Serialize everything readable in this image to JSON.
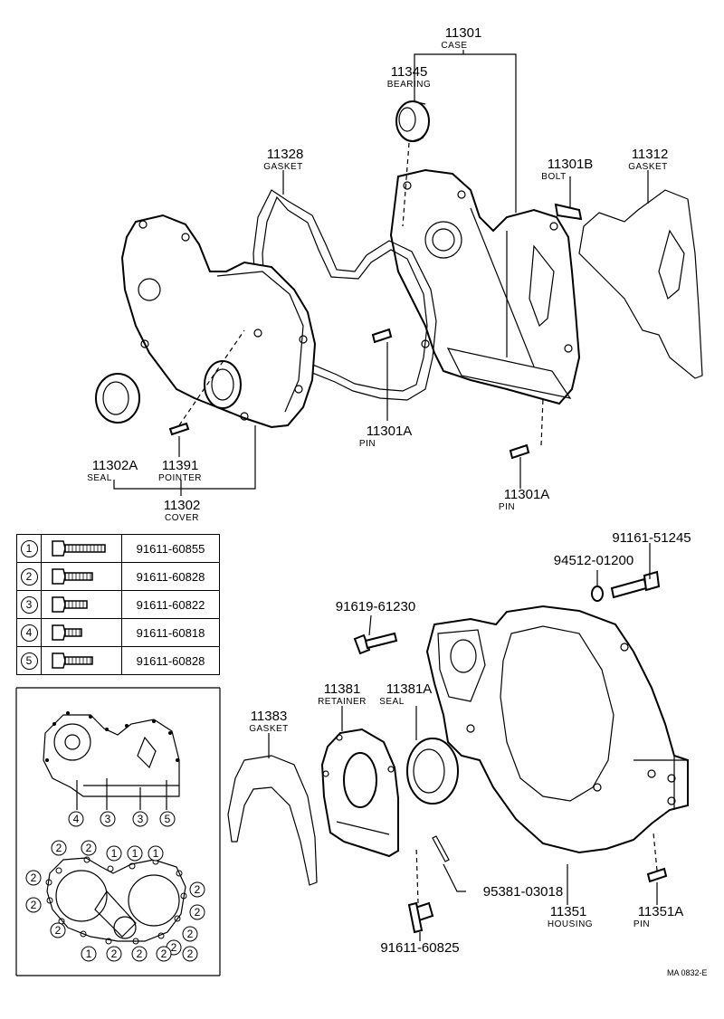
{
  "labels": {
    "case": {
      "num": "11301",
      "name": "CASE"
    },
    "bearing": {
      "num": "11345",
      "name": "BEARING"
    },
    "gasket_11328": {
      "num": "11328",
      "name": "GASKET"
    },
    "bolt_11301b": {
      "num": "11301B",
      "name": "BOLT"
    },
    "gasket_11312": {
      "num": "11312",
      "name": "GASKET"
    },
    "pin_11301a_center": {
      "num": "11301A",
      "name": "PIN"
    },
    "pin_11301a_right": {
      "num": "11301A",
      "name": "PIN"
    },
    "seal_11302a": {
      "num": "11302A",
      "name": "SEAL"
    },
    "pointer_11391": {
      "num": "11391",
      "name": "POINTER"
    },
    "cover_11302": {
      "num": "11302",
      "name": "COVER"
    },
    "bolt_91161": {
      "num": "91161-51245"
    },
    "washer_94512": {
      "num": "94512-01200"
    },
    "bolt_91619": {
      "num": "91619-61230"
    },
    "retainer_11381": {
      "num": "11381",
      "name": "RETAINER"
    },
    "seal_11381a": {
      "num": "11381A",
      "name": "SEAL"
    },
    "gasket_11383": {
      "num": "11383",
      "name": "GASKET"
    },
    "cotter_95381": {
      "num": "95381-03018"
    },
    "housing_11351": {
      "num": "11351",
      "name": "HOUSING"
    },
    "pin_11351a": {
      "num": "11351A",
      "name": "PIN"
    },
    "bolt_91611_60825": {
      "num": "91611-60825"
    }
  },
  "bolt_table": [
    {
      "mark": "1",
      "part": "91611-60855"
    },
    {
      "mark": "2",
      "part": "91611-60828"
    },
    {
      "mark": "3",
      "part": "91611-60822"
    },
    {
      "mark": "4",
      "part": "91611-60818"
    },
    {
      "mark": "5",
      "part": "91611-60828"
    }
  ],
  "position_marks": {
    "upper": [
      "4",
      "3",
      "3",
      "5"
    ],
    "lower": [
      "2",
      "2",
      "1",
      "1",
      "1",
      "2",
      "2",
      "2",
      "2",
      "2",
      "2",
      "2",
      "2",
      "1",
      "2",
      "2",
      "2"
    ]
  },
  "ref_code": "MA 0832-E"
}
